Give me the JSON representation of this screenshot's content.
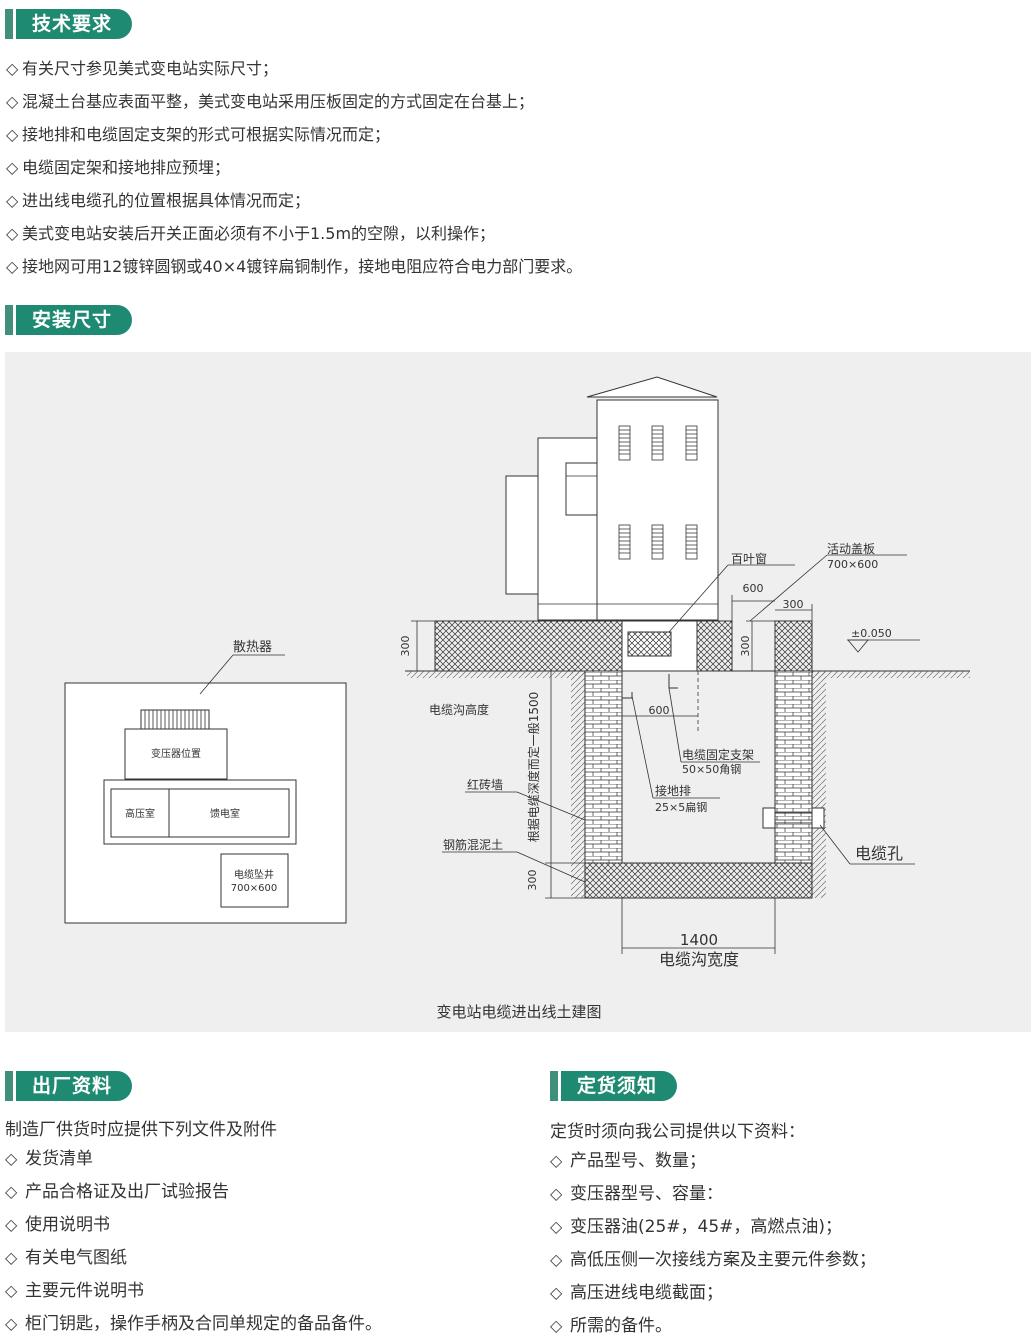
{
  "sections": {
    "tech": {
      "title": "技术要求",
      "items": [
        "有关尺寸参见美式变电站实际尺寸；",
        "混凝土台基应表面平整，美式变电站采用压板固定的方式固定在台基上；",
        "接地排和电缆固定支架的形式可根据实际情况而定；",
        "电缆固定架和接地排应预埋；",
        "进出线电缆孔的位置根据具体情况而定；",
        "美式变电站安装后开关正面必须有不小于1.5m的空隙，以利操作；",
        "接地网可用12镀锌圆钢或40×4镀锌扁铜制作，接地电阻应符合电力部门要求。"
      ]
    },
    "install": {
      "title": "安装尺寸"
    },
    "factory": {
      "title": "出厂资料",
      "intro": "制造厂供货时应提供下列文件及附件",
      "items": [
        "发货清单",
        "产品合格证及出厂试验报告",
        "使用说明书",
        "有关电气图纸",
        "主要元件说明书",
        "柜门钥匙，操作手柄及合同单规定的备品备件。"
      ]
    },
    "order": {
      "title": "定货须知",
      "intro": "定货时须向我公司提供以下资料：",
      "items": [
        "产品型号、数量；",
        "变压器型号、容量：",
        "变压器油(25#，45#，高燃点油)；",
        "高低压侧一次接线方案及主要元件参数；",
        "高压进线电缆截面；",
        "所需的备件。"
      ]
    }
  },
  "bullet": "◇",
  "drawing": {
    "caption": "变电站电缆进出线土建图",
    "plan": {
      "radiator": "散热器",
      "transformer_position": "变压器位置",
      "hv_room": "高压室",
      "feeder_room": "馈电室",
      "cable_pit": "电缆坠井",
      "cable_pit_size": "700×600"
    },
    "section": {
      "louver": "百叶窗",
      "cover_plate": "活动盖板",
      "cover_plate_size": "700×600",
      "dim_600_top": "600",
      "dim_300_right": "300",
      "level": "±0.050",
      "dim_300_left": "300",
      "dim_300_slab": "300",
      "trench_height": "电缆沟高度",
      "depth_note": "根据电缆深度而定一般1500",
      "dim_600_mid": "600",
      "bracket": "电缆固定支架",
      "bracket_spec": "50×50角钢",
      "red_brick_wall": "红砖墙",
      "ground_bar": "接地排",
      "ground_bar_spec": "25×5扁钢",
      "concrete": "钢筋混泥土",
      "cable_hole": "电缆孔",
      "dim_300_bottom": "300",
      "width_value": "1400",
      "width_label": "电缆沟宽度"
    }
  },
  "colors": {
    "accent": "#1f8a72",
    "accent_bar": "#3f8f7a",
    "panel": "#efefef"
  }
}
